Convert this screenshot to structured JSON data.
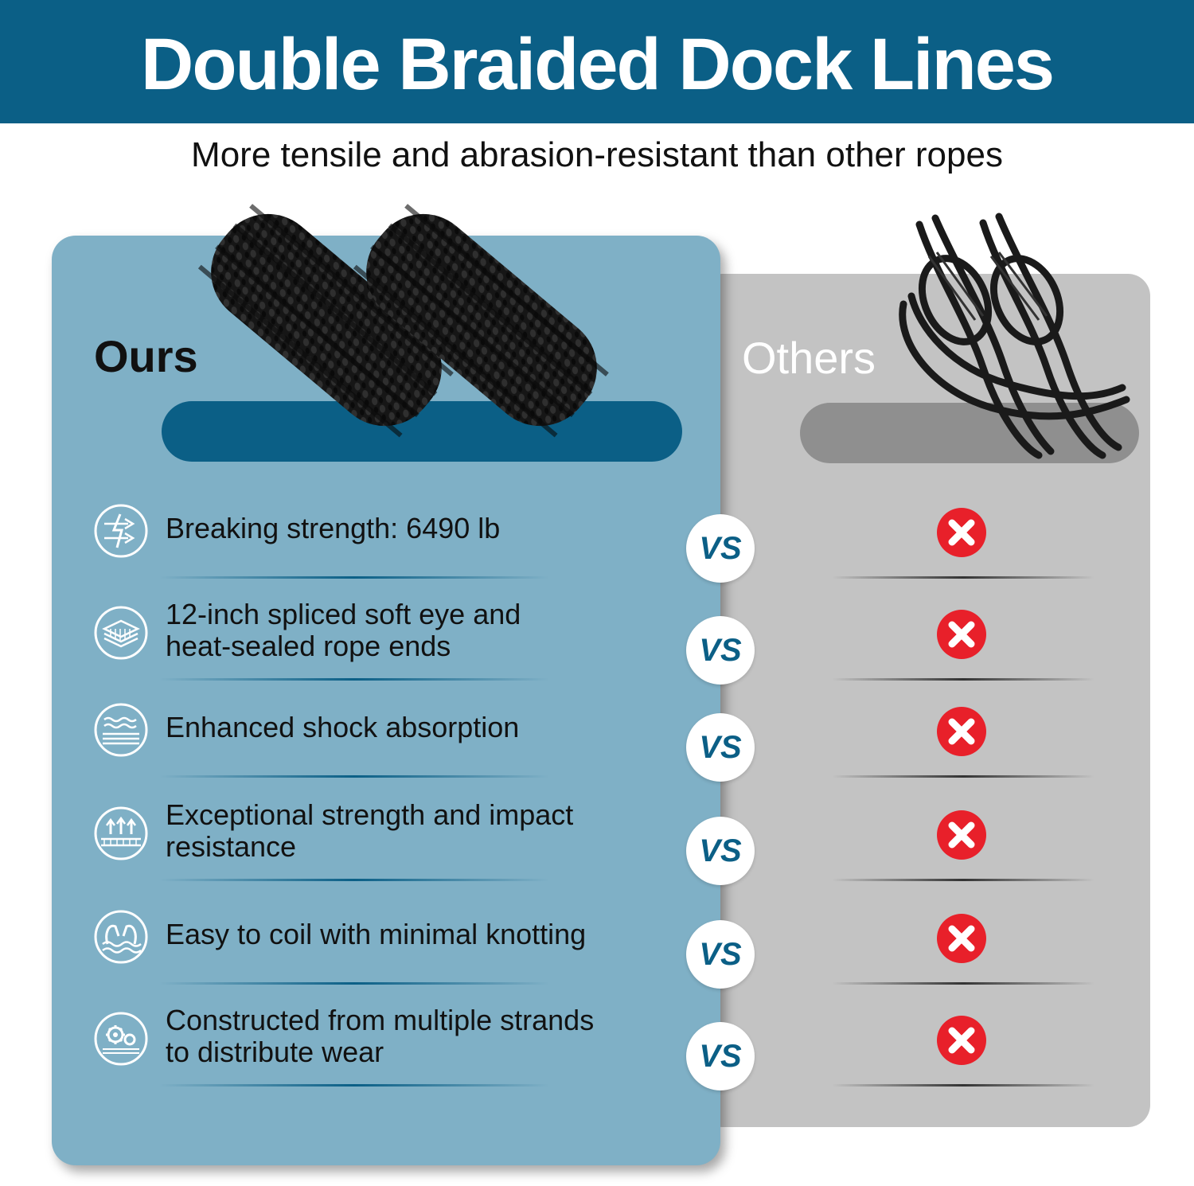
{
  "header": {
    "title": "Double Braided Dock Lines",
    "subtitle": "More tensile and abrasion-resistant than other ropes"
  },
  "columns": {
    "ours_label": "Ours",
    "others_label": "Others"
  },
  "vs_label": "VS",
  "features": [
    {
      "icon": "lightning-arrows-icon",
      "line1": "Breaking strength: 6490 lb",
      "line2": ""
    },
    {
      "icon": "layered-rope-icon",
      "line1": "12-inch spliced soft eye and",
      "line2": "heat-sealed rope ends"
    },
    {
      "icon": "wave-layers-icon",
      "line1": "Enhanced shock absorption",
      "line2": ""
    },
    {
      "icon": "up-arrows-icon",
      "line1": "Exceptional strength and impact",
      "line2": "resistance"
    },
    {
      "icon": "hands-icon",
      "line1": "Easy to coil with minimal knotting",
      "line2": ""
    },
    {
      "icon": "gears-icon",
      "line1": "Constructed from multiple strands",
      "line2": "to distribute wear"
    }
  ],
  "colors": {
    "brand_blue": "#0b5f86",
    "ours_panel": "#7fb0c6",
    "others_panel": "#c3c3c3",
    "cross_red": "#e8202a"
  }
}
